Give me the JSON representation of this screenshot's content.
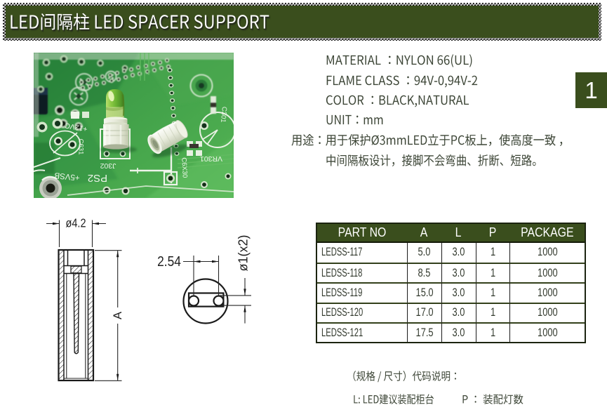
{
  "header": {
    "title": "LED间隔柱 LED SPACER SUPPORT"
  },
  "page_number": "1",
  "specs": {
    "lines": [
      "MATERIAL ：NYLON 66(UL)",
      "FLAME CLASS ：94V-0,94V-2",
      "COLOR ：BLACK,NATURAL",
      "UNIT：mm"
    ]
  },
  "usage": {
    "lines": [
      "用途：用于保护Ø3mmLED立于PC板上，使高度一致 ，",
      "中间隔板设计，接脚不会弯曲、折断、短路。"
    ]
  },
  "photo": {
    "silkscreen_labels": {
      "j302": "J302",
      "ps2": "PS2",
      "p5vsb": "+5VSB",
      "p12vc": "+12VC",
      "c631": "C631",
      "vr301": "VR301",
      "c301": "C301",
      "c6x30": "C6X30"
    }
  },
  "drawing": {
    "dim_outer_diameter": "ø4.2",
    "dim_height": "A",
    "dim_pitch": "2.54",
    "dim_hole_diameter": "ø1(x2)"
  },
  "table": {
    "headers": [
      "PART NO",
      "A",
      "L",
      "P",
      "PACKAGE"
    ],
    "rows": [
      {
        "part_no": "LEDSS-117",
        "a": "5.0",
        "l": "3.0",
        "p": "1",
        "package": "1000"
      },
      {
        "part_no": "LEDSS-118",
        "a": "8.5",
        "l": "3.0",
        "p": "1",
        "package": "1000"
      },
      {
        "part_no": "LEDSS-119",
        "a": "15.0",
        "l": "3.0",
        "p": "1",
        "package": "1000"
      },
      {
        "part_no": "LEDSS-120",
        "a": "17.0",
        "l": "3.0",
        "p": "1",
        "package": "1000"
      },
      {
        "part_no": "LEDSS-121",
        "a": "17.5",
        "l": "3.0",
        "p": "1",
        "package": "1000"
      }
    ]
  },
  "notes": {
    "heading": "（规格 / 尺寸）代码说明：",
    "legend_l": "L: LED建议装配柜台",
    "legend_p": "P ： 装配灯数"
  },
  "colors": {
    "accent_green": "#3a4e1d",
    "text_dark": "#3d4637",
    "table_border": "#1c2410"
  }
}
